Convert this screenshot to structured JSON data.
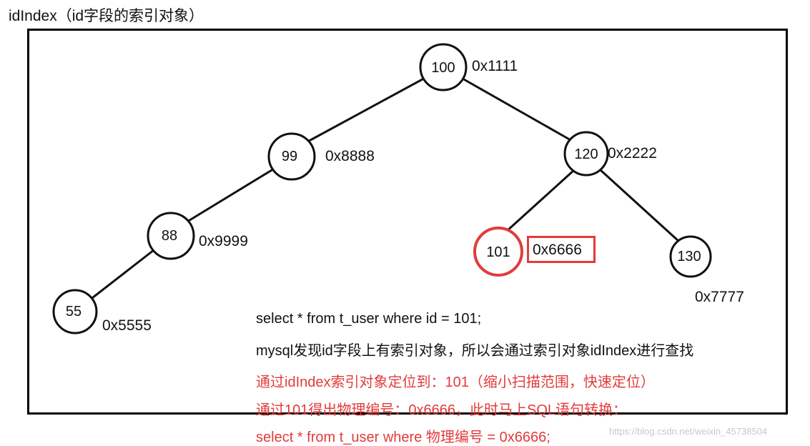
{
  "title": "idIndex（id字段的索引对象）",
  "tree": {
    "nodes": [
      {
        "id": "n100",
        "value": "100",
        "address": "0x1111",
        "highlight": false
      },
      {
        "id": "n99",
        "value": "99",
        "address": "0x8888",
        "highlight": false
      },
      {
        "id": "n120",
        "value": "120",
        "address": "0x2222",
        "highlight": false
      },
      {
        "id": "n88",
        "value": "88",
        "address": "0x9999",
        "highlight": false
      },
      {
        "id": "n101",
        "value": "101",
        "address": "0x6666",
        "highlight": true
      },
      {
        "id": "n130",
        "value": "130",
        "address": "0x7777",
        "highlight": false
      },
      {
        "id": "n55",
        "value": "55",
        "address": "0x5555",
        "highlight": false
      }
    ],
    "edges": [
      [
        "n100",
        "n99"
      ],
      [
        "n100",
        "n120"
      ],
      [
        "n99",
        "n88"
      ],
      [
        "n88",
        "n55"
      ],
      [
        "n120",
        "n101"
      ],
      [
        "n120",
        "n130"
      ]
    ]
  },
  "lines": [
    {
      "text": "select * from t_user where id = 101;",
      "color": "#111111"
    },
    {
      "text": "mysql发现id字段上有索引对象，所以会通过索引对象idIndex进行查找",
      "color": "#111111"
    },
    {
      "text": "通过idIndex索引对象定位到：101（缩小扫描范围，快速定位）",
      "color": "#e23b3b"
    },
    {
      "text": "通过101得出物理编号：0x6666，此时马上SQL语句转换：",
      "color": "#e23b3b"
    },
    {
      "text": "select * from t_user where 物理编号 = 0x6666;",
      "color": "#e23b3b"
    }
  ],
  "watermark": "https://blog.csdn.net/weixin_45738504",
  "colors": {
    "highlight": "#e23b3b",
    "line": "#111111"
  }
}
